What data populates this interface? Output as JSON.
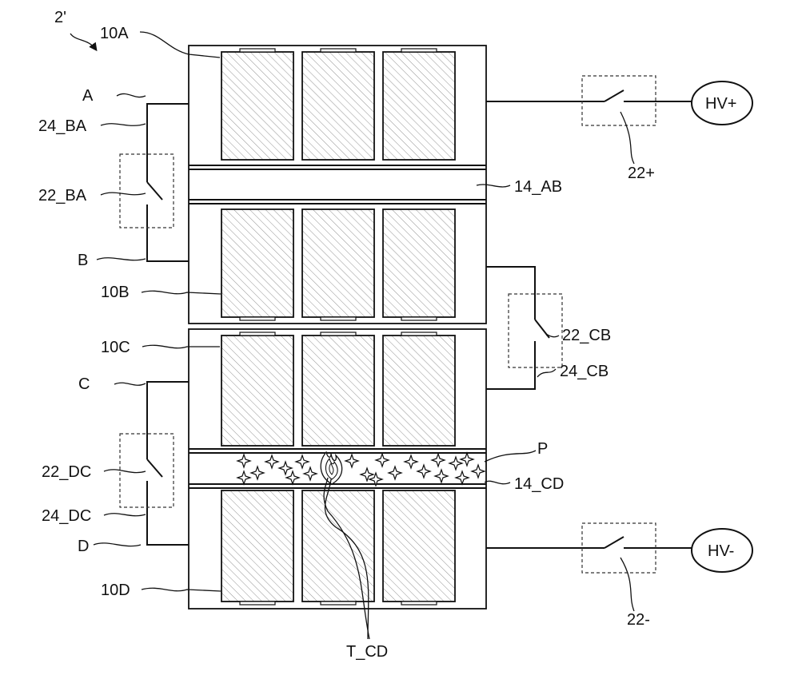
{
  "figure": {
    "ref": "2'",
    "modules": [
      "10A",
      "10B",
      "10C",
      "10D"
    ],
    "channels": [
      "14_AB",
      "14_CD"
    ],
    "terminals": [
      "A",
      "B",
      "C",
      "D"
    ],
    "switches": [
      "22_BA",
      "22_CB",
      "22_DC",
      "22+",
      "22-"
    ],
    "busbars": [
      "24_BA",
      "24_CB",
      "24_DC"
    ],
    "hv_pos": "HV+",
    "hv_neg": "HV-",
    "particles": "P",
    "thermal_event": "T_CD"
  }
}
